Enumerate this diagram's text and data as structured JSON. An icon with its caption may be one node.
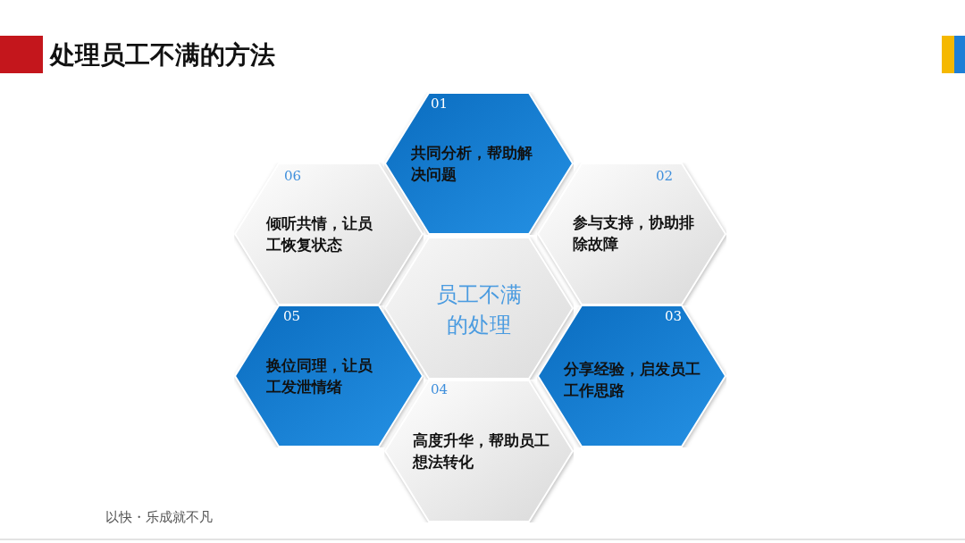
{
  "diagram": {
    "title": "处理员工不满的方法",
    "nodes": [
      {
        "text": [
          "员工不满的处理"
        ]
      },
      {
        "text": [
          "01",
          "共同分析，帮助解决问题"
        ]
      },
      {
        "text": [
          "02",
          "参与支持，协助排除故障"
        ]
      },
      {
        "text": [
          "03",
          "分享经验，启发员工工作思路"
        ]
      },
      {
        "text": [
          "04",
          "高度升华，帮助员工想法转化"
        ]
      },
      {
        "text": [
          "05",
          "换位同理，让员工发泄情绪"
        ]
      },
      {
        "text": [
          "06",
          "倾听共情，让员工恢复状态"
        ]
      }
    ],
    "edges": [],
    "labels": [
      "以快・乐成就不凡"
    ]
  }
}
